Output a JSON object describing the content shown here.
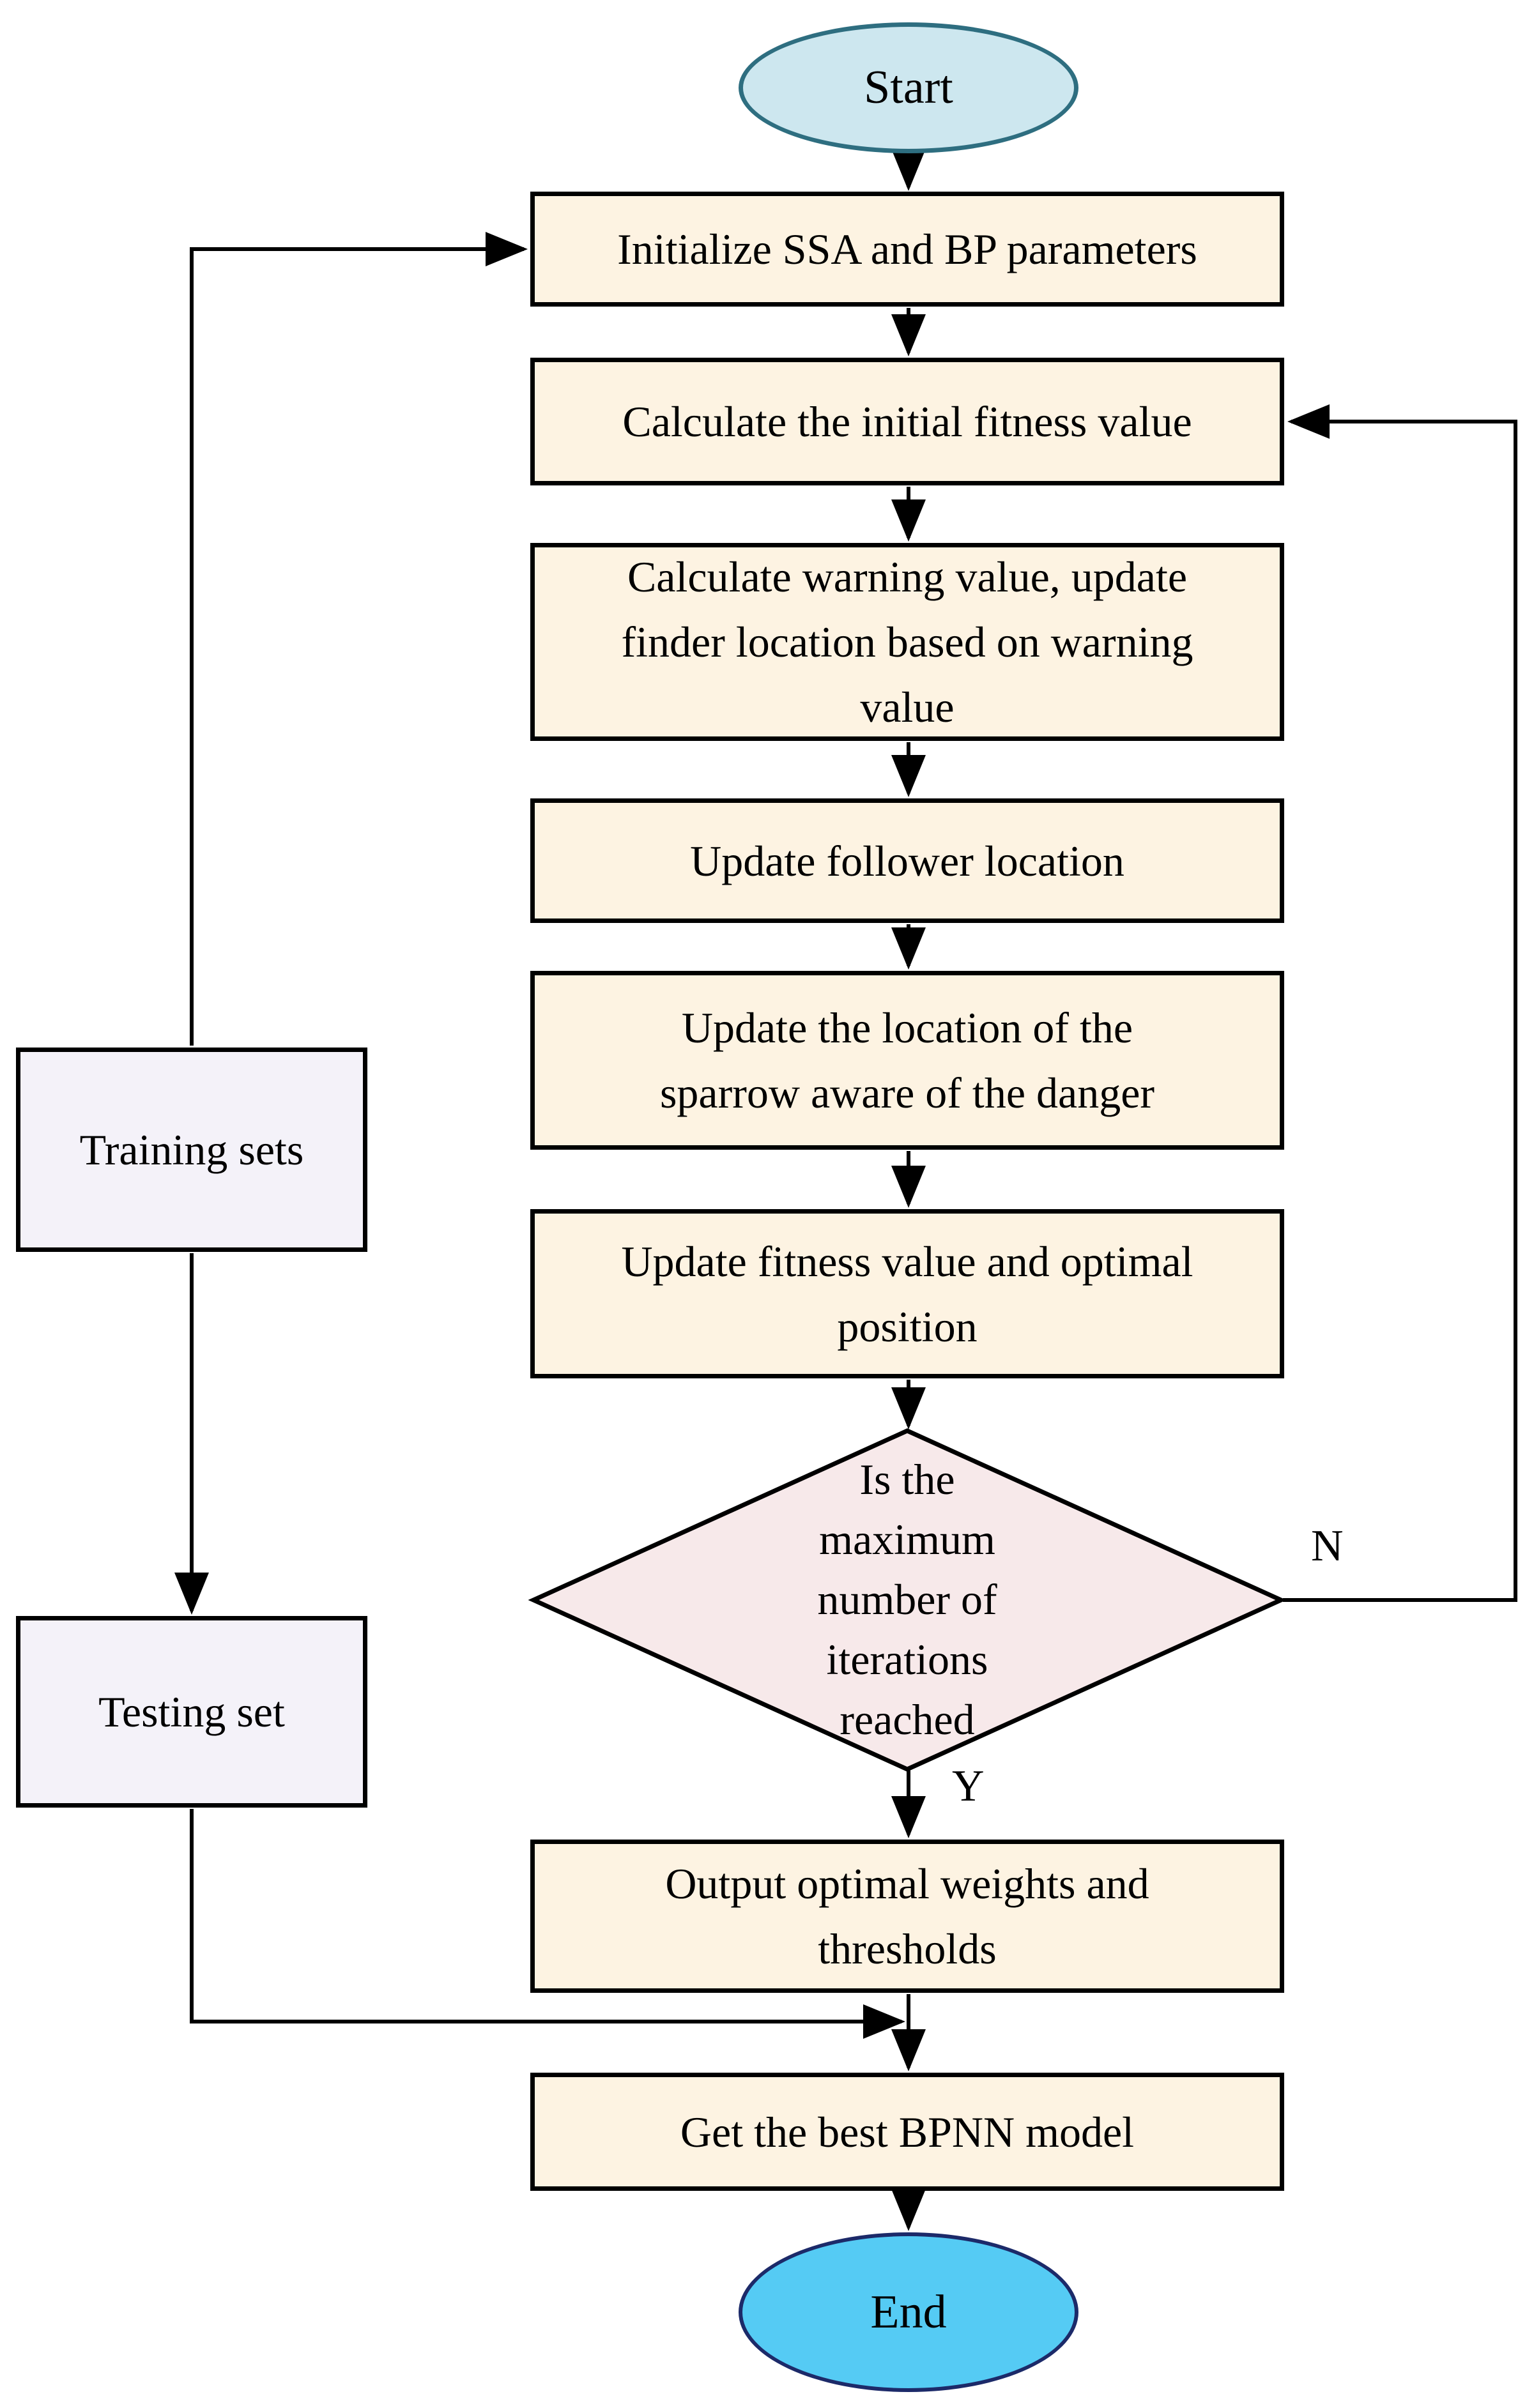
{
  "nodes": {
    "start": {
      "label": [
        "Start"
      ]
    },
    "init": {
      "label": [
        "Initialize SSA and BP parameters"
      ]
    },
    "fitness": {
      "label": [
        "Calculate the initial fitness value"
      ]
    },
    "warning": {
      "label": [
        "Calculate warning value, update",
        "finder location based on warning",
        "value"
      ]
    },
    "follower": {
      "label": [
        "Update follower location"
      ]
    },
    "sparrow": {
      "label": [
        "Update the location of the",
        "sparrow aware of the danger"
      ]
    },
    "update_fitness": {
      "label": [
        "Update fitness value and optimal",
        "position"
      ]
    },
    "decision": {
      "label": [
        "Is the",
        "maximum",
        "number of",
        "iterations",
        "reached"
      ]
    },
    "output": {
      "label": [
        "Output optimal weights and",
        "thresholds"
      ]
    },
    "bpnn": {
      "label": [
        "Get the best BPNN model"
      ]
    },
    "end": {
      "label": [
        "End"
      ]
    },
    "training": {
      "label": [
        "Training sets"
      ]
    },
    "testing": {
      "label": [
        "Testing set"
      ]
    }
  },
  "edges": {
    "yes_label": "Y",
    "no_label": "N"
  },
  "colors": {
    "process_fill": "#FDF3E2",
    "side_fill": "#F4F2F9",
    "decision_fill": "#F7E9EA",
    "start_fill": "#CDE7EF",
    "start_border": "#2E6E80",
    "end_fill": "#55CBF4",
    "end_border": "#1C2A69",
    "line_color": "#000000"
  }
}
